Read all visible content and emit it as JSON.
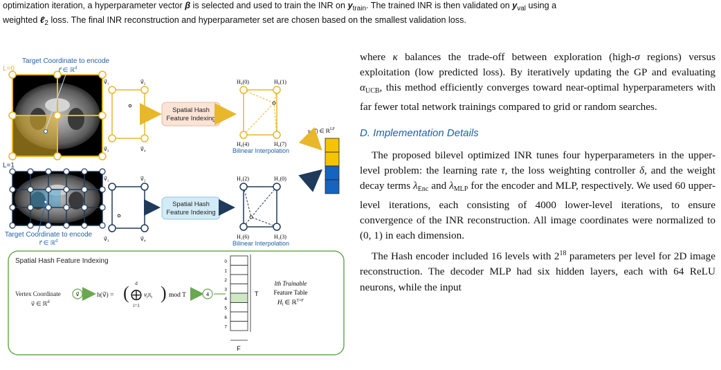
{
  "caption": {
    "line1_a": "optimization iteration, a hyperparameter vector ",
    "beta": "β",
    "line1_b": " is selected and used to train the INR on ",
    "y_train": "y",
    "y_train_sub": "train",
    "line1_c": ". The trained INR is then validated on ",
    "y_val": "y",
    "y_val_sub": "val",
    "line1_d": " using a",
    "line2_a": "weighted ",
    "ell": "ℓ",
    "ell_sub": "2",
    "line2_b": " loss. The final INR reconstruction and hyperparameter set are chosen based on the smallest validation loss."
  },
  "figure": {
    "top": {
      "level_label": "L=0",
      "target_label": "Target Coordinate to encode",
      "target_formula": "r⃗ ∈ ℝ",
      "target_formula_sup": "d",
      "v1": "v⃗₁",
      "v2": "v⃗₂",
      "v3": "v⃗₃",
      "v4": "v⃗₄",
      "hash_box": [
        "Spatial Hash",
        "Feature Indexing"
      ],
      "h_tl": "H₀(0)",
      "h_tr": "H₀(1)",
      "h_bl": "H₀(4)",
      "h_br": "H₀(7)",
      "bilinear": "Bilinear Interpolation"
    },
    "output_label": "γ",
    "output_label_rest": "θ",
    "output_formula": "(r⃗) ∈ ℝ",
    "output_formula_sup": "LF",
    "bottom": {
      "level_label": "L=1",
      "target_label": "Target Coordinate to encode",
      "target_formula": "r⃗ ∈ ℝ",
      "target_formula_sup": "d",
      "v1": "v⃗₁",
      "v2": "v⃗₂",
      "v3": "v⃗₃",
      "v4": "v⃗₄",
      "hash_box": [
        "Spatial Hash",
        "Feature Indexing"
      ],
      "h_tl": "H₁(2)",
      "h_tr": "H₁(0)",
      "h_bl": "H₁(6)",
      "h_br": "H₁(3)",
      "bilinear": "Bilinear Interpolation"
    },
    "inset": {
      "title": "Spatial Hash Feature Indexing",
      "vertex": "Vertex Coordinate",
      "vertex_sub": "v⃗ ∈ ℝ",
      "vertex_sub_sup": "d",
      "v_circle": "v⃗",
      "hash_fn_a": "h(v⃗) =",
      "sum_top": "d",
      "sum_bottom": "i=1",
      "sum_term": "v",
      "sum_term_b": "π",
      "mod_t": "mod T",
      "out_circle": "4",
      "rows": [
        "0",
        "1",
        "2",
        "3",
        "4",
        "5",
        "6",
        "7"
      ],
      "t_label": "T",
      "f_label": "F",
      "table_title": [
        "lth Trainable",
        "Feature Table"
      ],
      "table_formula": "H",
      "table_formula_sub": "l",
      "table_formula_b": " ∈ ℝ",
      "table_formula_sup": "T×F"
    }
  },
  "right_column": {
    "p1_a": "where ",
    "kappa": "κ",
    "p1_b": " balances the trade-off between exploration (high-",
    "sigma": "σ",
    "p1_c": " regions) versus exploitation (low predicted loss). By iteratively updating the GP and evaluating ",
    "alpha": "α",
    "alpha_sub": "UCB",
    "p1_d": ", this method efficiently converges toward near-optimal hyperparameters with far fewer total network trainings compared to grid or random searches.",
    "section": "D. Implementation Details",
    "p2_a": "The proposed bilevel optimized INR tunes four hyperparameters in the upper-level problem: the learning rate ",
    "tau": "τ",
    "p2_b": ", the loss weighting controller ",
    "delta": "δ",
    "p2_c": ", and the weight decay terms ",
    "lambda1": "λ",
    "lambda1_sub": "Enc",
    "p2_d": " and ",
    "lambda2": "λ",
    "lambda2_sub": "MLP",
    "p2_e": " for the encoder and MLP, respectively. We used 60 upper-level iterations, each consisting of 4000 lower-level iterations, to ensure convergence of the INR reconstruction. All image coordinates were normalized to ",
    "interval": "(0, 1)",
    "p2_f": " in each dimension.",
    "p3_a": "The Hash encoder included 16 levels with 2",
    "p3_sup": "18",
    "p3_b": " parameters per level for 2D image reconstruction. The decoder MLP had six hidden layers, each with 64 ReLU neurons, while the input"
  },
  "colors": {
    "gold": "#e8b72a",
    "navy": "#1f3a5a",
    "section_blue": "#1f5fa8",
    "peach": "#fbe3d6",
    "light_blue": "#d3ebf6",
    "green_border": "#6aa84f",
    "bar_blue": "#1565c0",
    "bar_gold": "#f5c400"
  }
}
